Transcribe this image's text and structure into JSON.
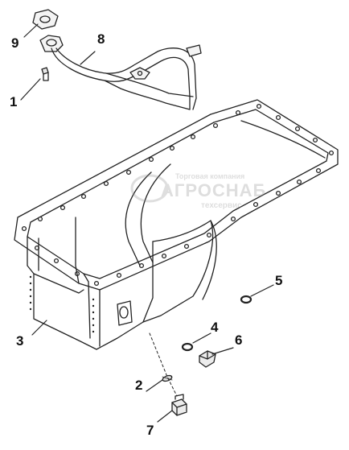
{
  "diagram": {
    "callouts": [
      {
        "id": "9",
        "label": "9"
      },
      {
        "id": "8",
        "label": "8"
      },
      {
        "id": "1",
        "label": "1"
      },
      {
        "id": "5",
        "label": "5"
      },
      {
        "id": "4",
        "label": "4"
      },
      {
        "id": "6",
        "label": "6"
      },
      {
        "id": "3",
        "label": "3"
      },
      {
        "id": "2",
        "label": "2"
      },
      {
        "id": "7",
        "label": "7"
      }
    ],
    "watermark": {
      "line1": "Торговая компания",
      "line2": "АГРОСНАБ",
      "line3": "техсервис"
    }
  }
}
